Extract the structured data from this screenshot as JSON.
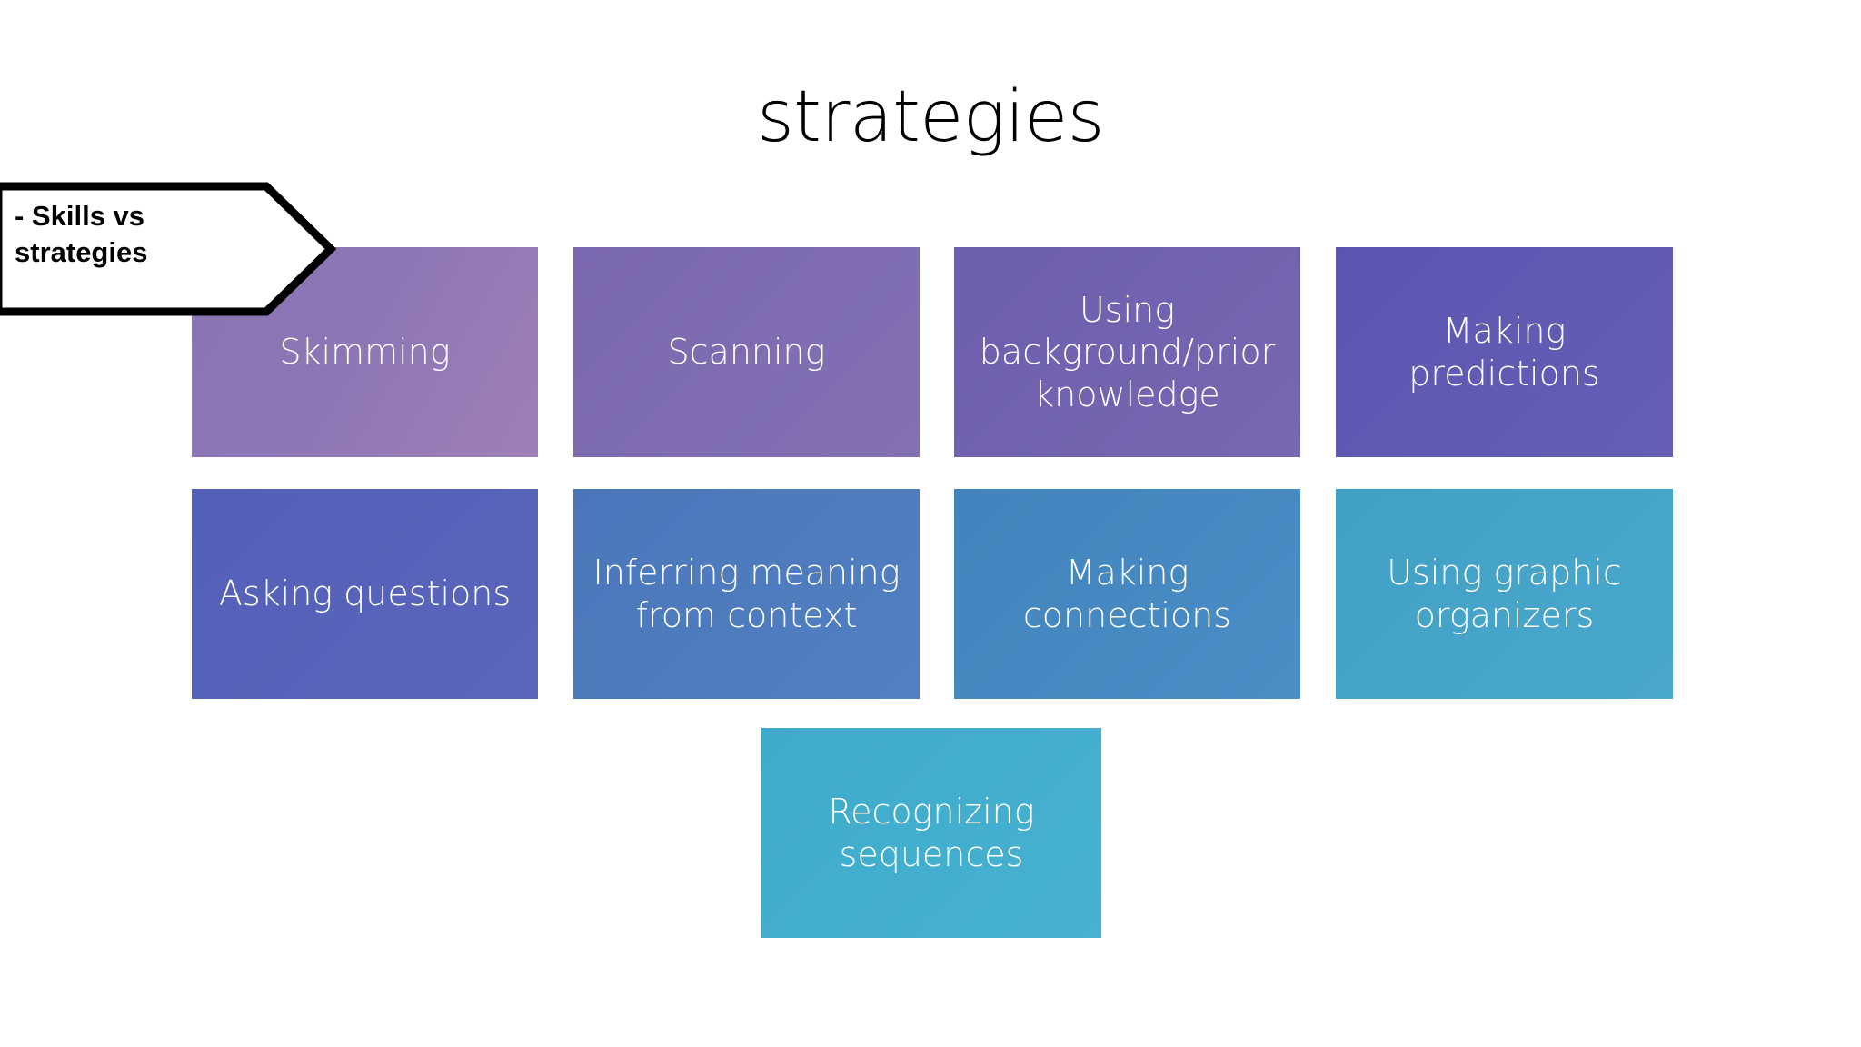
{
  "slide": {
    "title": "strategies",
    "background_color": "#ffffff"
  },
  "callout": {
    "name": "skills-vs-strategies-callout",
    "text": "- Skills vs\nstrategies",
    "shape": "right-pointing-pentagon-arrow",
    "fill_color": "#ffffff",
    "border_color": "#000000"
  },
  "boxes": [
    {
      "id": "skimming",
      "label": "Skimming",
      "color": "#8d76b5",
      "row": 1,
      "col": 1
    },
    {
      "id": "scanning",
      "label": "Scanning",
      "color": "#7a68b0",
      "row": 1,
      "col": 2
    },
    {
      "id": "background",
      "label": "Using\nbackground/prior\nknowledge",
      "color": "#6d5eae",
      "row": 1,
      "col": 3
    },
    {
      "id": "predictions",
      "label": "Making\npredictions",
      "color": "#5b55b0",
      "row": 1,
      "col": 4
    },
    {
      "id": "questions",
      "label": "Asking questions",
      "color": "#5460b8",
      "row": 2,
      "col": 1
    },
    {
      "id": "inferring",
      "label": "Inferring meaning\nfrom context",
      "color": "#4b76bb",
      "row": 2,
      "col": 2
    },
    {
      "id": "connections",
      "label": "Making\nconnections",
      "color": "#4184bd",
      "row": 2,
      "col": 3
    },
    {
      "id": "organizers",
      "label": "Using graphic\norganizers",
      "color": "#42a0c6",
      "row": 2,
      "col": 4
    },
    {
      "id": "sequences",
      "label": "Recognizing\nsequences",
      "color": "#3fabcb",
      "row": 3,
      "col": 1
    }
  ]
}
